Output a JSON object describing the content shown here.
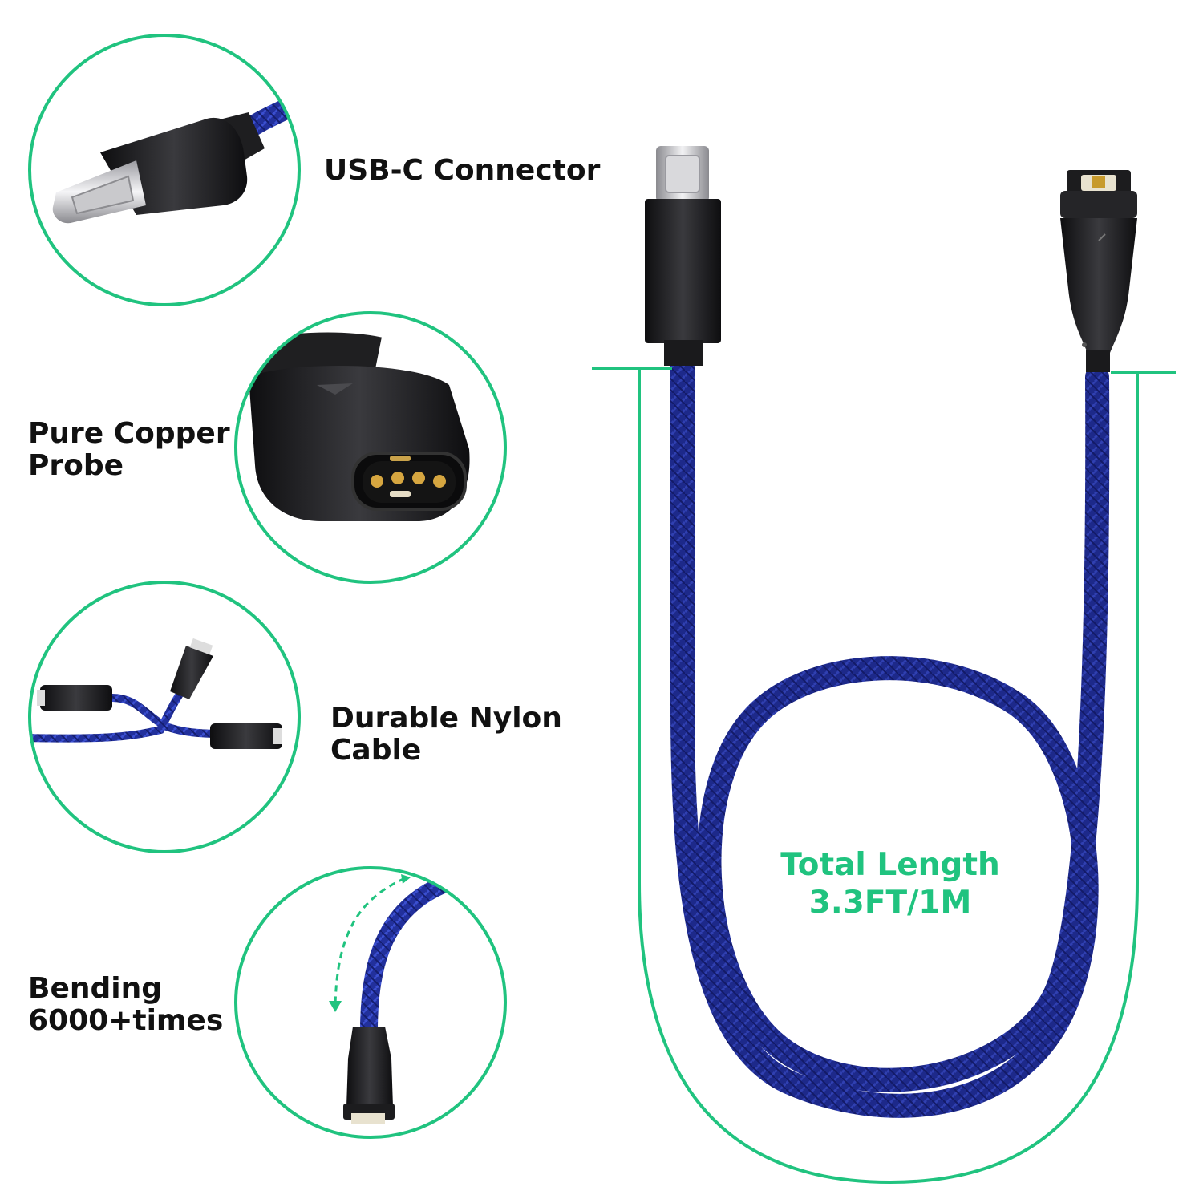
{
  "features": [
    {
      "icon": "usb-c-connector-icon",
      "label_lines": [
        "USB-C Connector"
      ]
    },
    {
      "icon": "copper-probe-connector-icon",
      "label_lines": [
        "Pure Copper",
        "Probe"
      ]
    },
    {
      "icon": "braided-cable-icon",
      "label_lines": [
        "Durable Nylon",
        "Cable"
      ]
    },
    {
      "icon": "bend-arrow-icon",
      "label_lines": [
        "Bending",
        "6000+times"
      ]
    }
  ],
  "total_length": {
    "line1": "Total Length",
    "line2": "3.3FT/1M"
  },
  "colors": {
    "accent_green": "#20c37f",
    "cable_blue": "#22309c",
    "connector_black": "#1c1c1e",
    "text": "#111111"
  }
}
